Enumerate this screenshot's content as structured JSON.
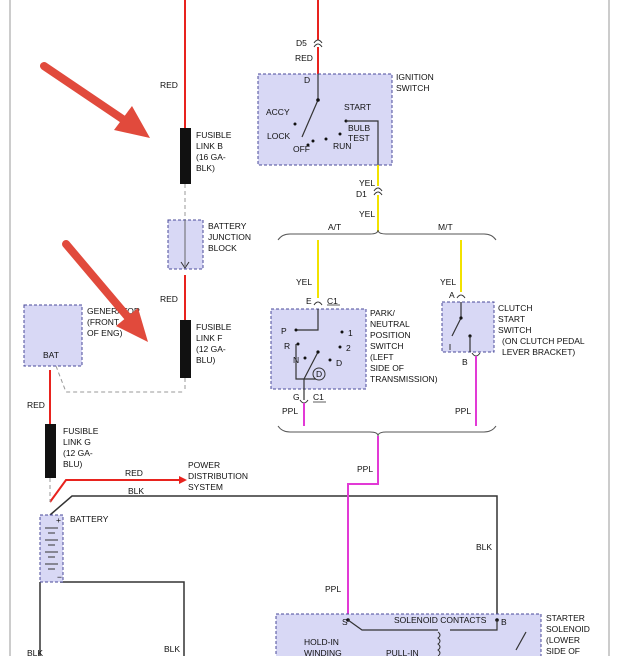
{
  "colors": {
    "wire_red": "#e8231e",
    "wire_yellow": "#f2e200",
    "wire_purple": "#e23ad6",
    "wire_black": "#333333",
    "box_fill": "#d8d8f5",
    "box_stroke": "#4a4a9a",
    "arrow": "#e14a3c",
    "border": "#999999"
  },
  "wire_labels": {
    "red_top": "RED",
    "red_mid": "RED",
    "red_left": "RED",
    "red_pds": "RED",
    "blk_pds": "BLK",
    "blk_right": "BLK",
    "blk_bottom_left": "BLK",
    "blk_bottom_mid": "BLK",
    "red_ign": "RED",
    "yel_d1_a": "YEL",
    "yel_d1_b": "YEL",
    "yel_park": "YEL",
    "yel_clutch": "YEL",
    "ppl_park": "PPL",
    "ppl_clutch": "PPL",
    "ppl_main": "PPL",
    "ppl_bottom": "PPL"
  },
  "connectors": {
    "d5": "D5",
    "d1": "D1",
    "at": "A/T",
    "mt": "M/T",
    "e": "E",
    "c1_top": "C1",
    "g": "G",
    "c1_bottom": "C1",
    "a": "A",
    "b_clutch": "B",
    "s": "S",
    "b_solenoid": "B"
  },
  "fusible_link_b": {
    "l1": "FUSIBLE",
    "l2": "LINK B",
    "l3": "(16 GA-",
    "l4": "BLK)"
  },
  "fusible_link_f": {
    "l1": "FUSIBLE",
    "l2": "LINK F",
    "l3": "(12 GA-",
    "l4": "BLU)"
  },
  "fusible_link_g": {
    "l1": "FUSIBLE",
    "l2": "LINK G",
    "l3": "(12 GA-",
    "l4": "BLU)"
  },
  "battery_junction": {
    "l1": "BATTERY",
    "l2": "JUNCTION",
    "l3": "BLOCK"
  },
  "generator": {
    "l1": "GENERATOR",
    "l2": "(FRONT",
    "l3": "OF ENG)",
    "bat": "BAT"
  },
  "battery": {
    "label": "BATTERY"
  },
  "power_dist": {
    "l1": "POWER",
    "l2": "DISTRIBUTION",
    "l3": "SYSTEM"
  },
  "ignition": {
    "title1": "IGNITION",
    "title2": "SWITCH",
    "d": "D",
    "accy": "ACCY",
    "start": "START",
    "lock": "LOCK",
    "bulb": "BULB",
    "test": "TEST",
    "off": "OFF",
    "run": "RUN"
  },
  "park_neutral": {
    "l1": "PARK/",
    "l2": "NEUTRAL",
    "l3": "POSITION",
    "l4": "SWITCH",
    "l5": "(LEFT",
    "l6": "SIDE OF",
    "l7": "TRANSMISSION)",
    "p": "P",
    "r": "R",
    "n": "N",
    "one": "1",
    "two": "2",
    "d": "D",
    "d_circle": "D"
  },
  "clutch": {
    "l1": "CLUTCH",
    "l2": "START",
    "l3": "SWITCH",
    "l4": "(ON CLUTCH PEDAL",
    "l5": "LEVER BRACKET)"
  },
  "solenoid": {
    "contacts": "SOLENOID CONTACTS",
    "hold1": "HOLD-IN",
    "hold2": "WINDING",
    "pull": "PULL-IN",
    "title1": "STARTER",
    "title2": "SOLENOID",
    "title3": "(LOWER",
    "title4": "SIDE OF"
  }
}
